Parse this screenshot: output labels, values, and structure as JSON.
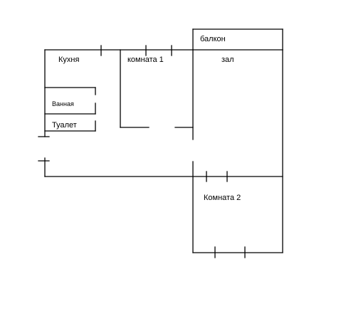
{
  "floor_plan": {
    "rooms": {
      "kitchen": "Кухня",
      "room1": "комната 1",
      "balcony": "балкон",
      "hall": "зал",
      "bathroom": "Ванная",
      "toilet": "Туалет",
      "room2": "Комната 2"
    }
  }
}
